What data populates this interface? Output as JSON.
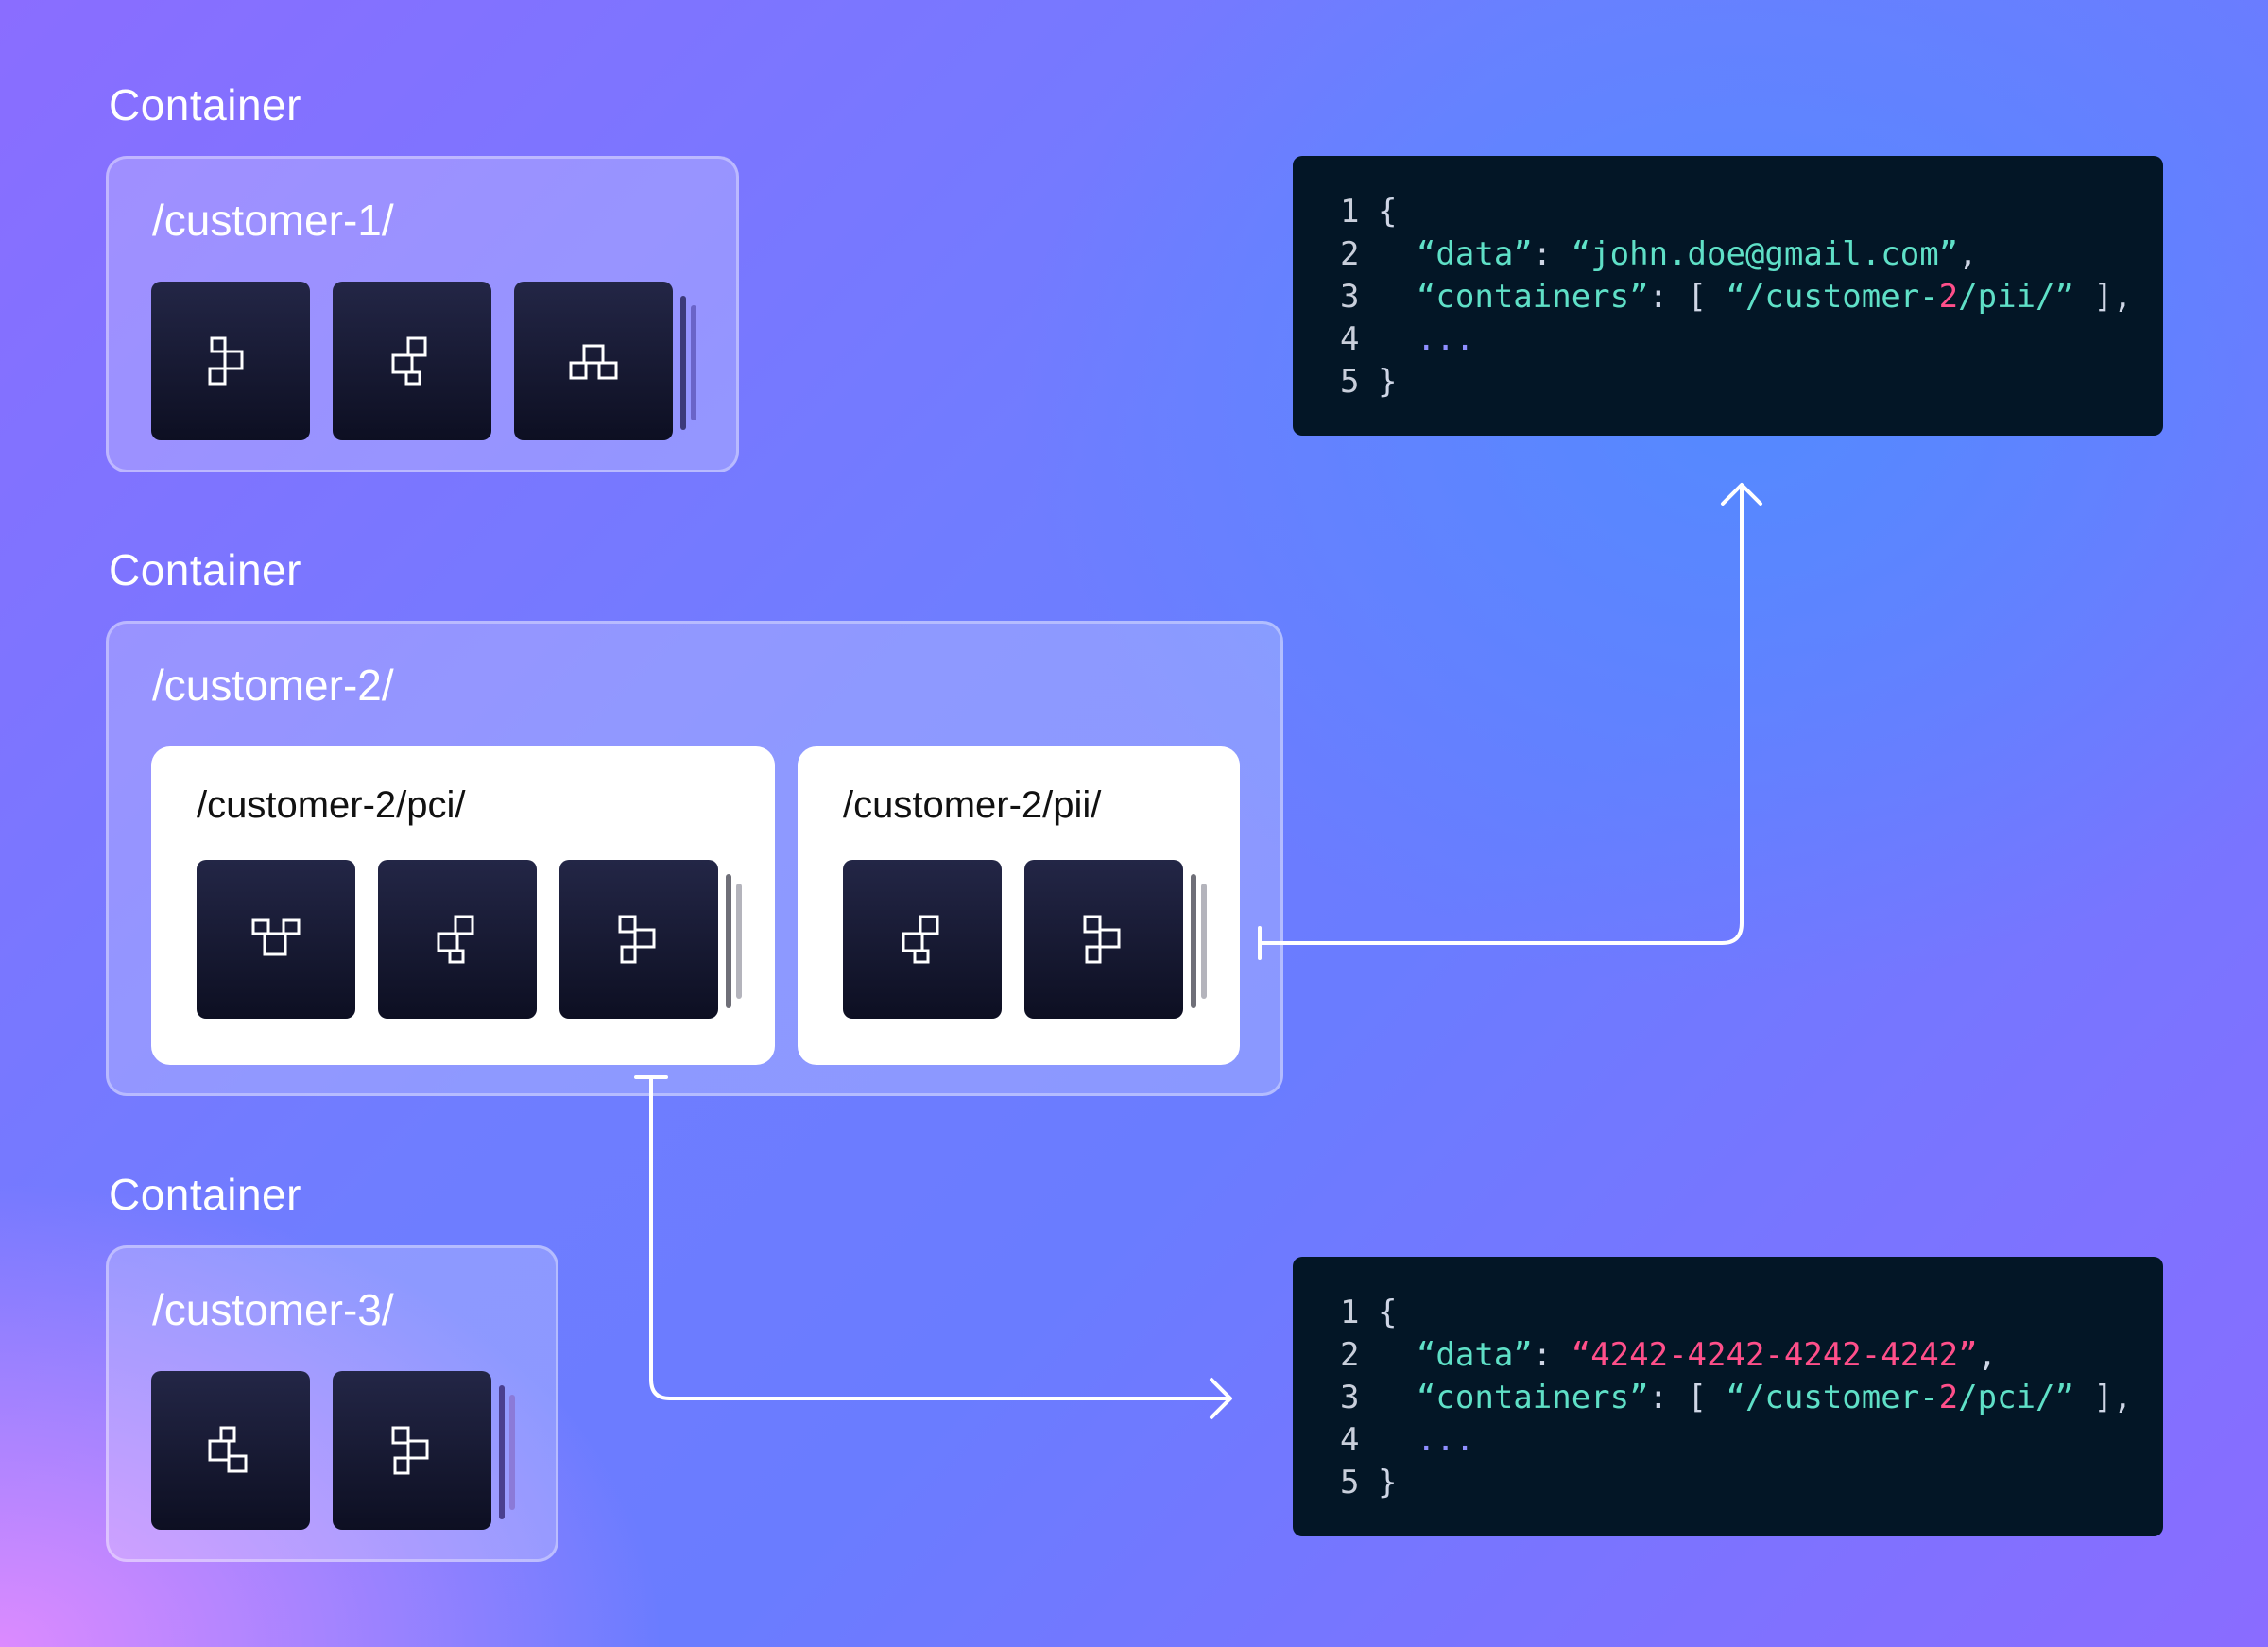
{
  "containers": [
    {
      "label": "Container",
      "path": "/customer-1/"
    },
    {
      "label": "Container",
      "path": "/customer-2/",
      "subs": [
        {
          "path": "/customer-2/pci/"
        },
        {
          "path": "/customer-2/pii/"
        }
      ]
    },
    {
      "label": "Container",
      "path": "/customer-3/"
    }
  ],
  "tile_icon": "object-shapes-icon",
  "code_blocks": [
    {
      "line_numbers": [
        "1",
        "2",
        "3",
        "4",
        "5"
      ],
      "open": "{",
      "data_key": "“data”",
      "data_value": "“john.doe@gmail.com”",
      "containers_key": "“containers”",
      "containers_prefix": "“/customer-",
      "containers_num": "2",
      "containers_suffix": "/pii/”",
      "ellipsis": "...",
      "close": "}"
    },
    {
      "line_numbers": [
        "1",
        "2",
        "3",
        "4",
        "5"
      ],
      "open": "{",
      "data_key": "“data”",
      "data_value": "“4242-4242-4242-4242”",
      "containers_key": "“containers”",
      "containers_prefix": "“/customer-",
      "containers_num": "2",
      "containers_suffix": "/pci/”",
      "ellipsis": "...",
      "close": "}"
    }
  ],
  "colors": {
    "code_bg": "#031626",
    "code_key": "#5fe0c7",
    "code_highlight": "#ff4f8a",
    "tile_bg": "#15172e"
  }
}
